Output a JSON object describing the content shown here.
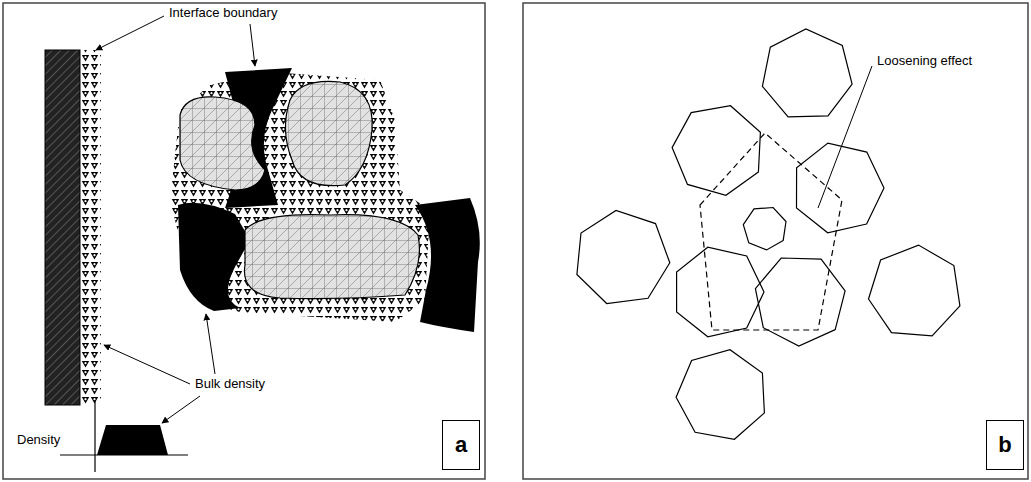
{
  "diagram": {
    "nodes": [
      {
        "text": [
          "a"
        ]
      },
      {
        "text": [
          "b"
        ]
      }
    ],
    "labels": [
      "Interface boundary",
      "Bulk density",
      "Density",
      "Loosening effect"
    ]
  }
}
